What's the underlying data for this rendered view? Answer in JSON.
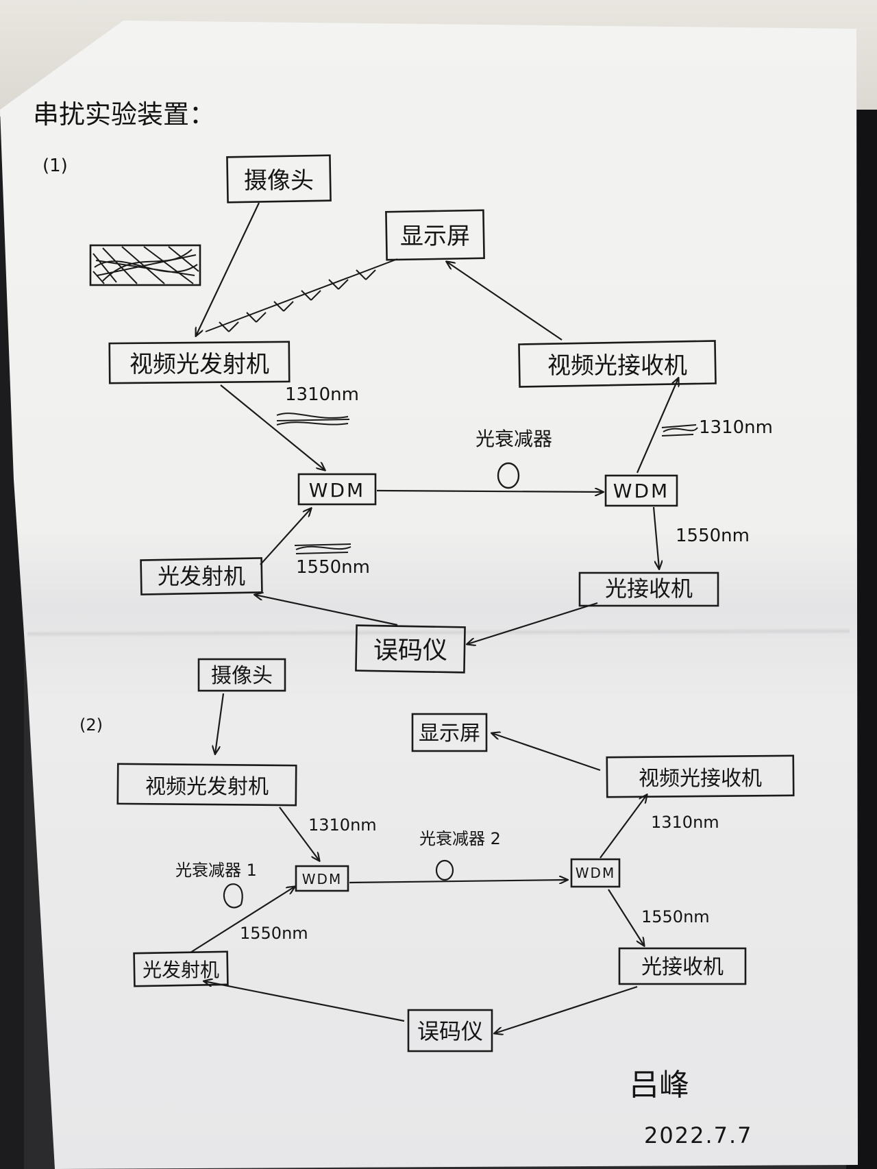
{
  "title": "串扰实验装置：",
  "section1_label": "(1)",
  "section2_label": "(2)",
  "nodes": {
    "camera": "摄像头",
    "display": "显示屏",
    "video_tx": "视频光发射机",
    "video_rx": "视频光接收机",
    "wdm": "WDM",
    "optical_tx": "光发射机",
    "optical_rx": "光接收机",
    "ber_tester": "误码仪"
  },
  "labels": {
    "wl_1310": "1310nm",
    "wl_1550": "1550nm",
    "attenuator": "光衰减器",
    "attenuator_1": "光衰减器 1",
    "attenuator_2": "光衰减器 2"
  },
  "signature": {
    "name": "吕峰",
    "date": "2022.7.7"
  },
  "colors": {
    "ink": "#1a1a1a",
    "paper": "#f1f1ef"
  }
}
